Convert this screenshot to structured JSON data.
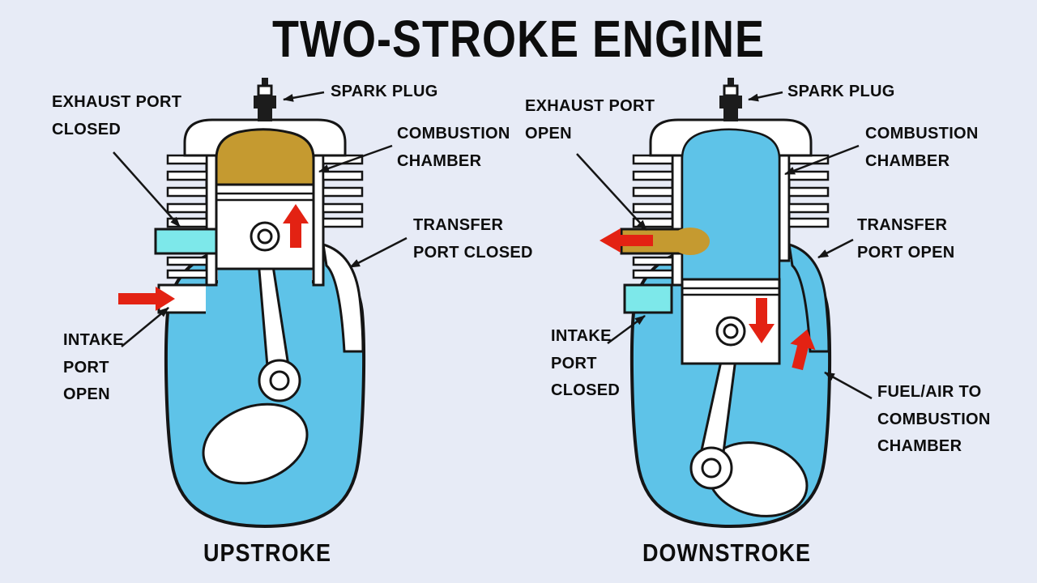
{
  "title": "TWO-STROKE ENGINE",
  "colors": {
    "background": "#e7ebf6",
    "engine_fill": "#5ec3e8",
    "port_cyan": "#7de8ea",
    "combustion_olive": "#c59a30",
    "arrow_red": "#e32213",
    "outline": "#151515"
  },
  "left_diagram": {
    "caption": "UPSTROKE",
    "labels": {
      "exhaust": "EXHAUST PORT\nCLOSED",
      "spark_plug": "SPARK PLUG",
      "combustion": "COMBUSTION\nCHAMBER",
      "transfer": "TRANSFER\nPORT CLOSED",
      "intake": "INTAKE\nPORT\nOPEN"
    }
  },
  "right_diagram": {
    "caption": "DOWNSTROKE",
    "labels": {
      "exhaust": "EXHAUST PORT\nOPEN",
      "spark_plug": "SPARK PLUG",
      "combustion": "COMBUSTION\nCHAMBER",
      "transfer": "TRANSFER\nPORT OPEN",
      "intake": "INTAKE\nPORT\nCLOSED",
      "fuel_air": "FUEL/AIR TO\nCOMBUSTION\nCHAMBER"
    }
  }
}
